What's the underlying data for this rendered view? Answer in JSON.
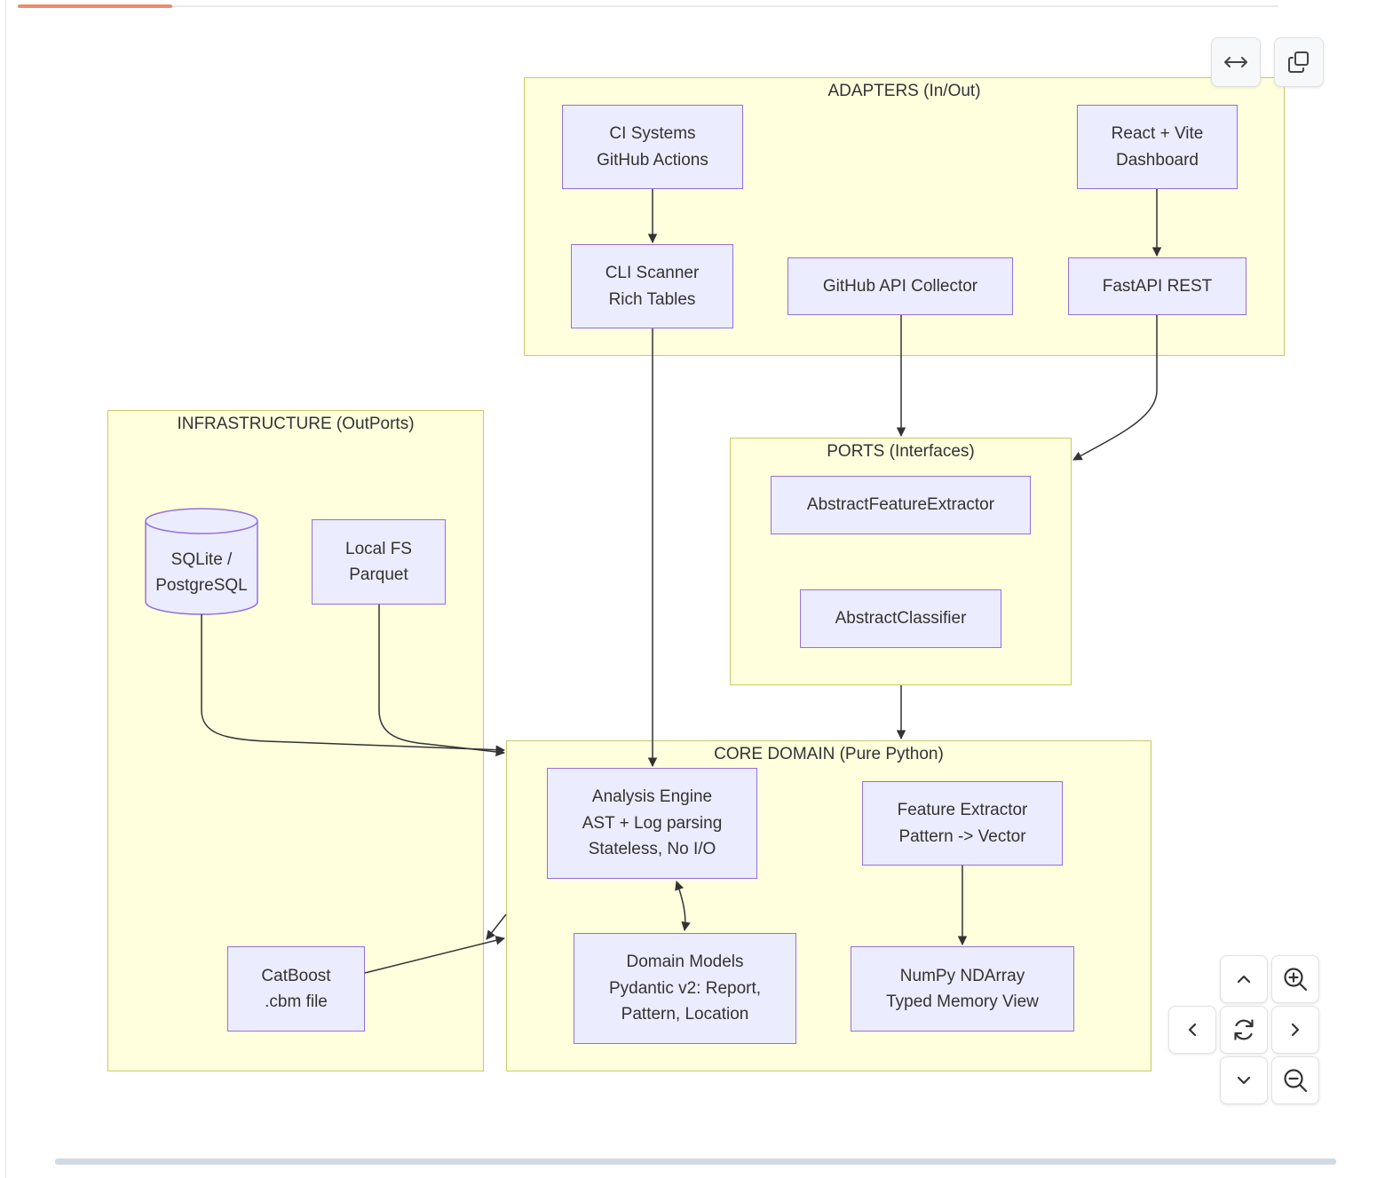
{
  "clusters": {
    "adapters": "ADAPTERS (In/Out)",
    "infrastructure": "INFRASTRUCTURE (OutPorts)",
    "ports": "PORTS (Interfaces)",
    "core": "CORE DOMAIN (Pure Python)"
  },
  "nodes": {
    "ci_systems": [
      "CI Systems",
      "GitHub Actions"
    ],
    "react_vite": [
      "React + Vite",
      "Dashboard"
    ],
    "cli_scanner": [
      "CLI Scanner",
      "Rich Tables"
    ],
    "github_api": [
      "GitHub API Collector"
    ],
    "fastapi": [
      "FastAPI REST"
    ],
    "sqlite": [
      "SQLite /",
      "PostgreSQL"
    ],
    "local_fs": [
      "Local FS",
      "Parquet"
    ],
    "catboost": [
      "CatBoost",
      ".cbm file"
    ],
    "feature_extractor_port": [
      "AbstractFeatureExtractor"
    ],
    "classifier_port": [
      "AbstractClassifier"
    ],
    "analysis_engine": [
      "Analysis Engine",
      "AST + Log parsing",
      "Stateless, No I/O"
    ],
    "feature_extractor": [
      "Feature Extractor",
      "Pattern -> Vector"
    ],
    "domain_models": [
      "Domain Models",
      "Pydantic v2: Report,",
      "Pattern, Location"
    ],
    "numpy": [
      "NumPy NDArray",
      "Typed Memory View"
    ]
  },
  "controls": {
    "expand": "expand-horizontal-icon",
    "copy": "copy-icon",
    "pan_up": "chevron-up-icon",
    "zoom_in": "zoom-in-icon",
    "pan_left": "chevron-left-icon",
    "reset": "reset-icon",
    "pan_right": "chevron-right-icon",
    "pan_down": "chevron-down-icon",
    "zoom_out": "zoom-out-icon"
  },
  "colors": {
    "cluster_fill": "#ffffde",
    "cluster_border": "#c9c96a",
    "node_fill": "#ececff",
    "node_border": "#9370db",
    "edge": "#333333",
    "accent": "#f08a6c"
  }
}
